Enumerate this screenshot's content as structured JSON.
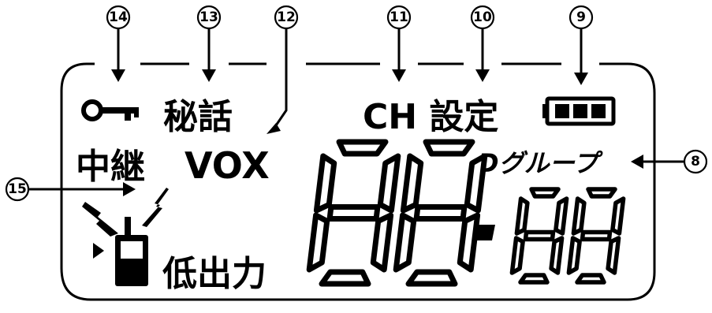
{
  "callouts": {
    "c8": "8",
    "c9": "9",
    "c10": "10",
    "c11": "11",
    "c12": "12",
    "c13": "13",
    "c14": "14",
    "c15": "15"
  },
  "display": {
    "secret_talk": "秘話",
    "ch_setting": "CH 設定",
    "relay": "中継",
    "vox": "VOX",
    "d_group": "Dグループ",
    "low_power": "低出力"
  },
  "icons": {
    "key": "key-icon",
    "battery": "battery-icon",
    "signal": "signal-icon",
    "handset": "radio-handset-icon",
    "pointer": "triangle-pointer-icon"
  },
  "segment_digits": [
    "8",
    "8",
    "8",
    "8"
  ]
}
